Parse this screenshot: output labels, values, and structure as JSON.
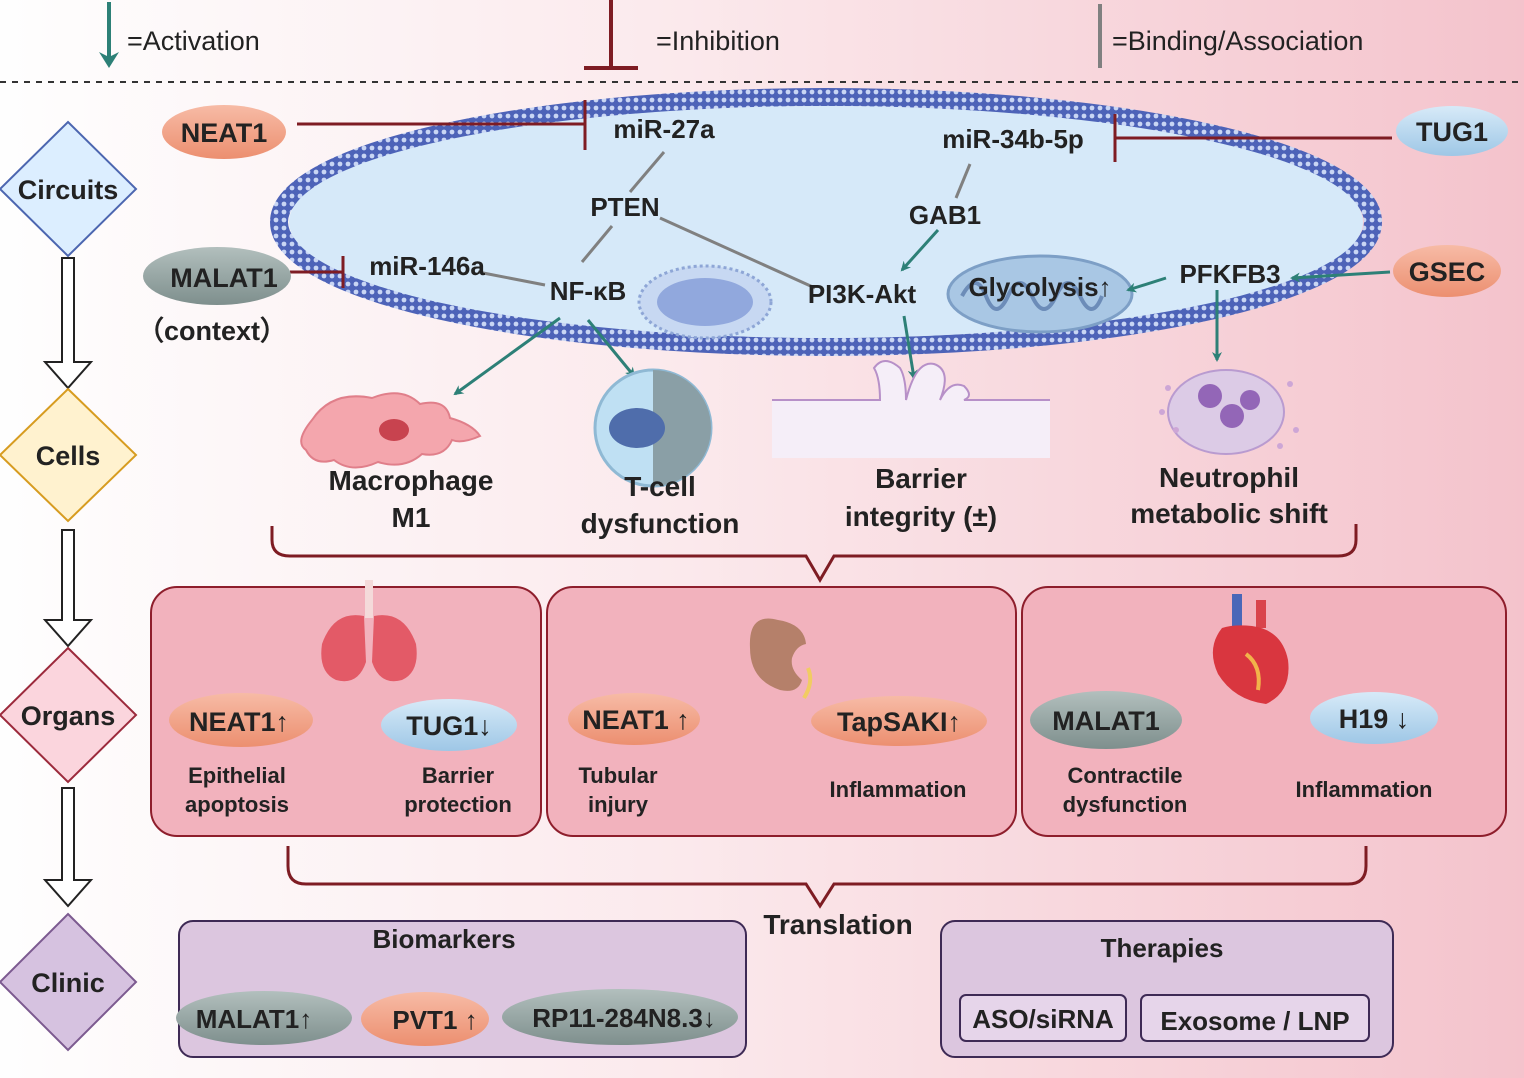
{
  "legend": {
    "activation": "=Activation",
    "inhibition": "=Inhibition",
    "binding": "=Binding/Association"
  },
  "colors": {
    "activation": "#2d8077",
    "inhibition": "#7e1c23",
    "binding": "#808080",
    "salmon_pill": "#f2a083",
    "blue_pill": "#b5d6ee",
    "gray_pill": "#97a6a4",
    "organ_box": "#f2b2bd",
    "clinic_box": "#dcc6df"
  },
  "levels": [
    "Circuits",
    "Cells",
    "Organs",
    "Clinic"
  ],
  "circuits": {
    "neat1": "NEAT1",
    "tug1": "TUG1",
    "malat1": "MALAT1",
    "malat1_context": "（context）",
    "gsec": "GSEC",
    "mir27a": "miR-27a",
    "mir34b": "miR-34b-5p",
    "pten": "PTEN",
    "gab1": "GAB1",
    "mir146a": "miR-146a",
    "nfkb": "NF-κB",
    "pi3k": "PI3K-Akt",
    "glycolysis": "Glycolysis↑",
    "pfkfb3": "PFKFB3"
  },
  "cells": {
    "macrophage": [
      "Macrophage",
      "M1"
    ],
    "tcell": [
      "T-cell",
      "dysfunction"
    ],
    "barrier": [
      "Barrier",
      "integrity (±)"
    ],
    "neutrophil": [
      "Neutrophil",
      "metabolic shift"
    ]
  },
  "organs": {
    "lung": {
      "left_pill": "NEAT1↑",
      "right_pill": "TUG1↓",
      "left_label": [
        "Epithelial",
        "apoptosis"
      ],
      "right_label": [
        "Barrier",
        "protection"
      ]
    },
    "kidney": {
      "left_pill": "NEAT1 ↑",
      "right_pill": "TapSAKI↑",
      "left_label": [
        "Tubular",
        "injury"
      ],
      "right_label": [
        "Inflammation"
      ]
    },
    "heart": {
      "left_pill": "MALAT1",
      "right_pill": "H19 ↓",
      "left_label": [
        "Contractile",
        "dysfunction"
      ],
      "right_label": [
        "Inflammation"
      ]
    }
  },
  "translation": "Translation",
  "clinic": {
    "biomarkers_title": "Biomarkers",
    "biomarkers": [
      "MALAT1↑",
      "PVT1 ↑",
      "RP11-284N8.3↓"
    ],
    "therapies_title": "Therapies",
    "therapies": [
      "ASO/siRNA",
      "Exosome / LNP"
    ]
  }
}
